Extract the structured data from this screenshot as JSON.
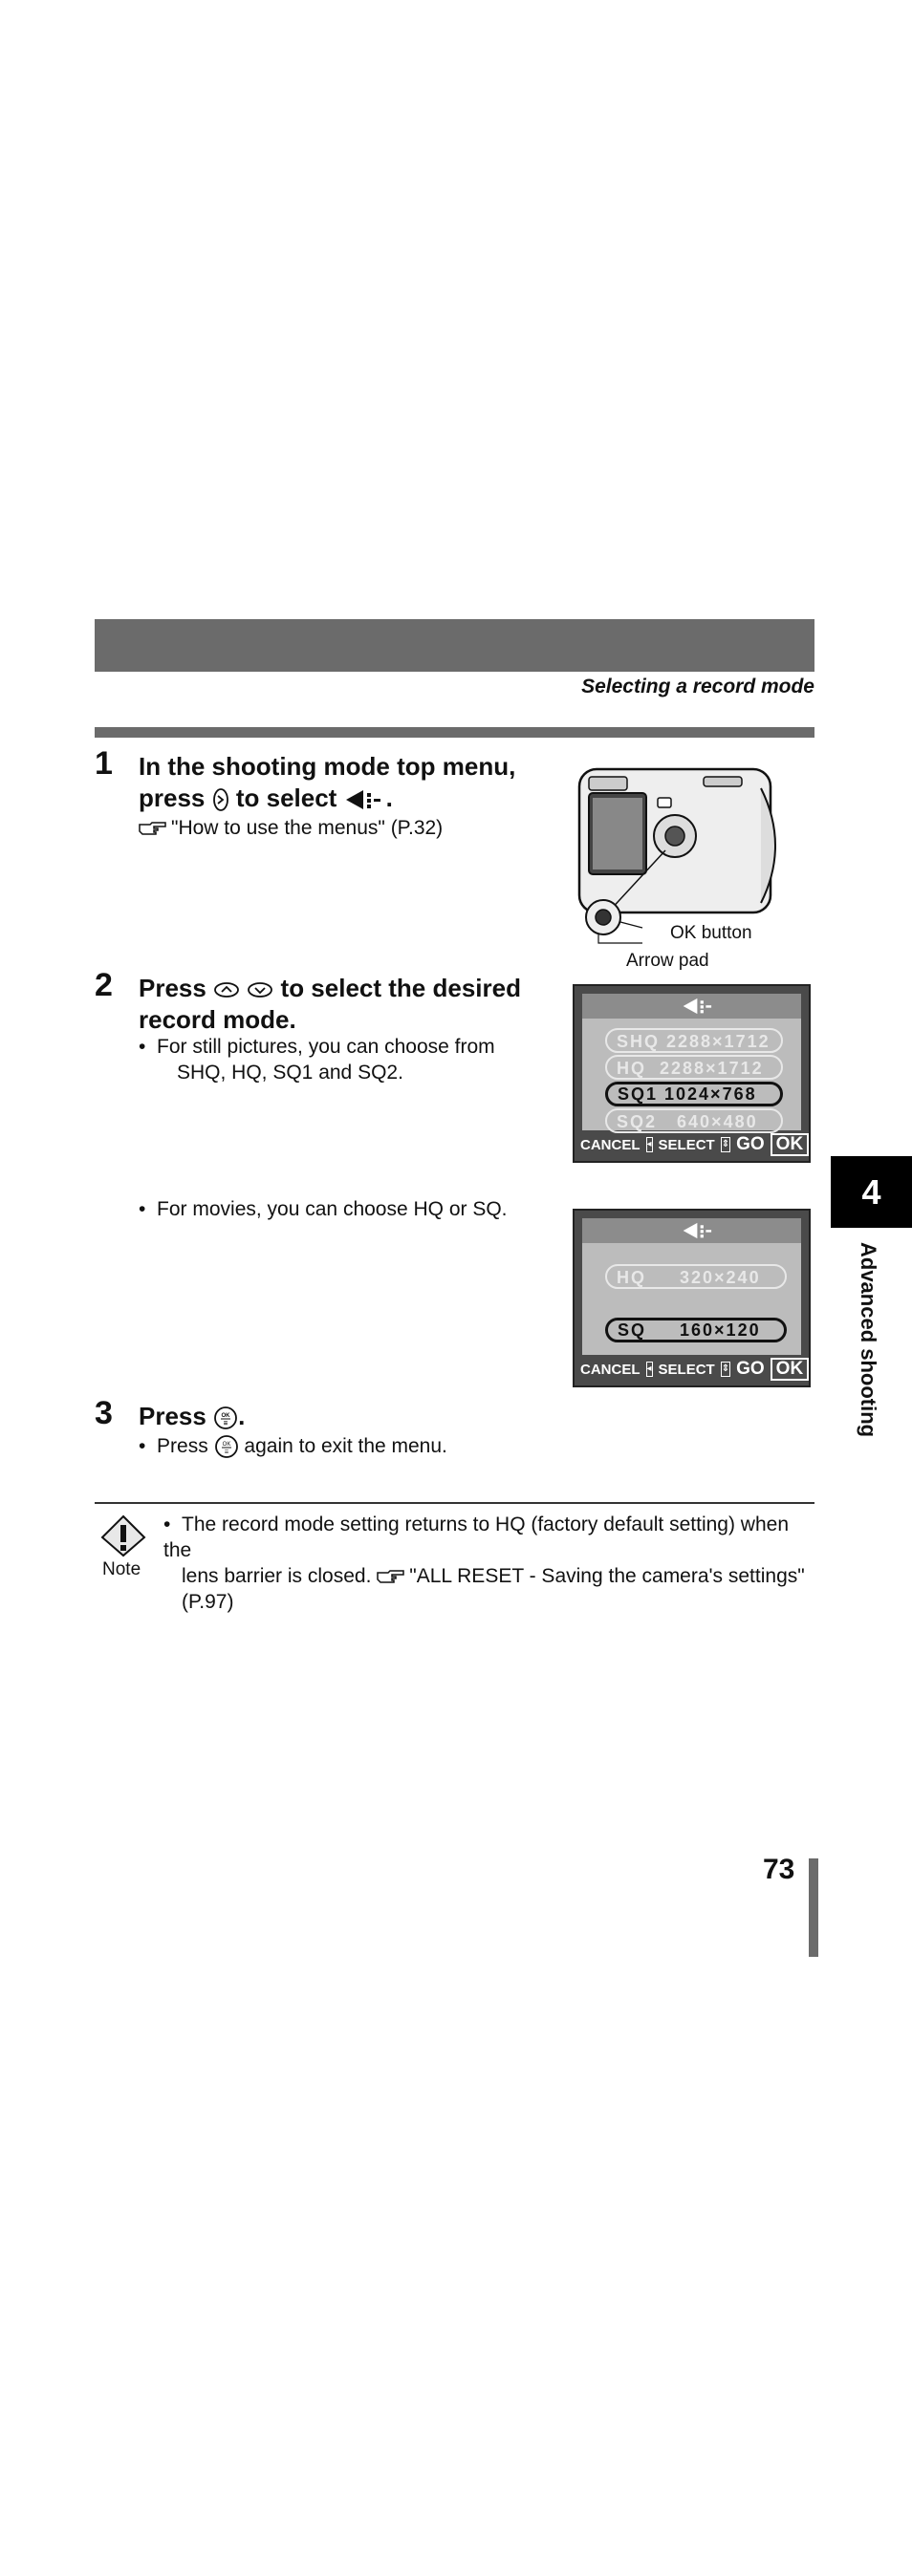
{
  "header": {
    "section_title": "Selecting a record mode"
  },
  "steps": [
    {
      "number": "1",
      "heading_line1": "In the shooting mode top menu,",
      "heading_line2_a": "press",
      "heading_line2_b": "to select",
      "heading_line2_c": ".",
      "reference": "\"How to use the menus\" (P.32)"
    },
    {
      "number": "2",
      "heading_line1_a": "Press",
      "heading_line1_b": "to select the desired",
      "heading_line2": "record mode.",
      "bullet_still_line1": "For still pictures, you can choose from",
      "bullet_still_line2": "SHQ, HQ, SQ1 and SQ2.",
      "bullet_movie": "For movies, you can choose HQ or SQ."
    },
    {
      "number": "3",
      "heading_a": "Press",
      "heading_b": ".",
      "bullet_a": "Press",
      "bullet_b": "again to exit the menu."
    }
  ],
  "camera": {
    "ok_label": "OK button",
    "arrow_label": "Arrow pad"
  },
  "lcd_still": {
    "options": [
      {
        "text": "SHQ 2288×1712",
        "selected": false
      },
      {
        "text": "HQ  2288×1712",
        "selected": false
      },
      {
        "text": "SQ1 1024×768",
        "selected": true
      },
      {
        "text": "SQ2   640×480",
        "selected": false
      }
    ],
    "footer": {
      "cancel": "CANCEL",
      "select": "SELECT",
      "go": "GO",
      "ok": "OK"
    }
  },
  "lcd_movie": {
    "options": [
      {
        "text": "HQ     320×240",
        "selected": false
      },
      {
        "text": "SQ     160×120",
        "selected": true
      }
    ],
    "footer": {
      "cancel": "CANCEL",
      "select": "SELECT",
      "go": "GO",
      "ok": "OK"
    }
  },
  "chapter": {
    "number": "4",
    "title": "Advanced shooting"
  },
  "note": {
    "label": "Note",
    "line1": "The record mode setting returns to HQ (factory default setting) when the",
    "line2_a": "lens barrier is closed.",
    "line2_b": "\"ALL RESET - Saving the camera's settings\"",
    "line3": "(P.97)"
  },
  "page_number": "73",
  "colors": {
    "band": "#6b6b6b",
    "lcd_frame": "#4a4a4a",
    "lcd_screen": "#bcbcbc",
    "tab": "#000000"
  }
}
